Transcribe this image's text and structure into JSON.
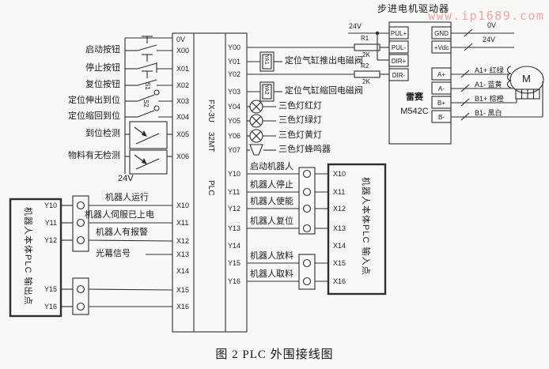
{
  "watermark": "www.ip1689.com",
  "caption": "图 2 PLC 外围接线图",
  "plc": {
    "common_top": "0V",
    "common_bottom": "24V",
    "model_line1": "FX-3U",
    "model_line2": "32MT",
    "name": "PLC",
    "x_top": [
      "X00",
      "X01",
      "X02",
      "X03",
      "X04",
      "X05",
      "X06"
    ],
    "x_bottom": [
      "X10",
      "X11",
      "X12",
      "X13",
      "X14",
      "X15",
      "X16"
    ],
    "y_top": [
      "Y00",
      "Y01",
      "Y02",
      "Y03",
      "Y04",
      "Y05",
      "Y06",
      "Y07"
    ],
    "y_bottom": [
      "Y10",
      "Y11",
      "Y12",
      "Y13",
      "Y14",
      "Y15",
      "Y16"
    ]
  },
  "inputs": {
    "labels": [
      "启动按钮",
      "停止按钮",
      "复位按钮",
      "定位伸出到位",
      "定位缩回到位",
      "到位检测",
      "物料有无检测"
    ],
    "sensor_tags": [
      "S1",
      "S2"
    ]
  },
  "outputs": {
    "solenoid_tags": [
      "YA1",
      "YA2"
    ],
    "labels": [
      "定位气缸推出电磁阀",
      "定位气缸缩回电磁阀",
      "三色灯红灯",
      "三色灯绿灯",
      "三色灯黄灯",
      "三色灯蜂鸣器"
    ]
  },
  "driver": {
    "title": "步进电机驱动器",
    "brand": "雷赛",
    "model": "M542C",
    "supply": "24V",
    "left_terminals": [
      "PUL+",
      "PUL-",
      "DIR+",
      "DIR-"
    ],
    "right_terminals": [
      "GND",
      "+Vdc",
      "A+",
      "A-",
      "B+",
      "B-"
    ],
    "r1": "R1",
    "r1_val": "2K",
    "r2": "R2",
    "r2_val": "2K",
    "gnd_wire": "0V",
    "vdc_wire": "24V",
    "phase_wires": [
      "A1+ 红绿",
      "A1- 蓝黄",
      "B1+ 棕橙",
      "B1- 黑白"
    ],
    "motor": "M"
  },
  "robot_out": {
    "title": "机器人本体PLC 输出点",
    "terminals": [
      "Y10",
      "Y11",
      "Y12",
      "Y15",
      "Y16"
    ],
    "wire_labels": [
      "机器人运行",
      "机器人伺服已上电",
      "机器人有报警",
      "光幕信号"
    ]
  },
  "robot_in": {
    "title": "机器人本体PLC 输入点",
    "terminals": [
      "X10",
      "X11",
      "X12",
      "X13",
      "X14",
      "X15",
      "X16"
    ],
    "wire_labels": [
      "启动机器人",
      "机器人停止",
      "机器人使能",
      "机器人复位",
      "机器人放料",
      "机器人取料"
    ]
  }
}
